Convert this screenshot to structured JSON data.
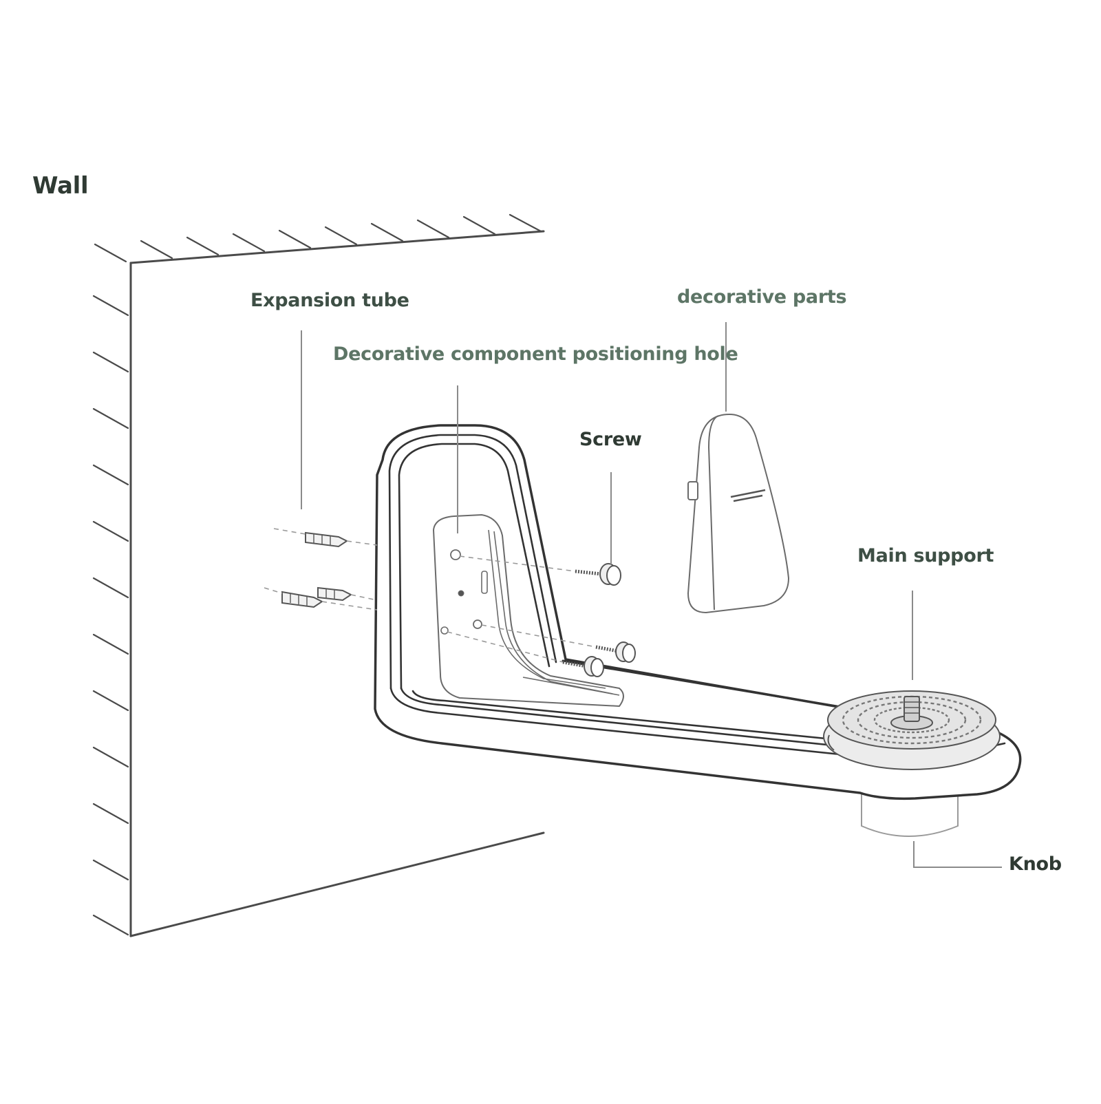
{
  "labels": {
    "wall": "Wall",
    "expansion_tube": "Expansion tube",
    "positioning_hole": "Decorative component positioning hole",
    "decorative_parts": "decorative parts",
    "screw": "Screw",
    "main_support": "Main support",
    "knob": "Knob"
  },
  "colors": {
    "label_text": "#3e4f45",
    "line_art": "#3a3a3a",
    "leader_line": "#8a8a8a"
  }
}
